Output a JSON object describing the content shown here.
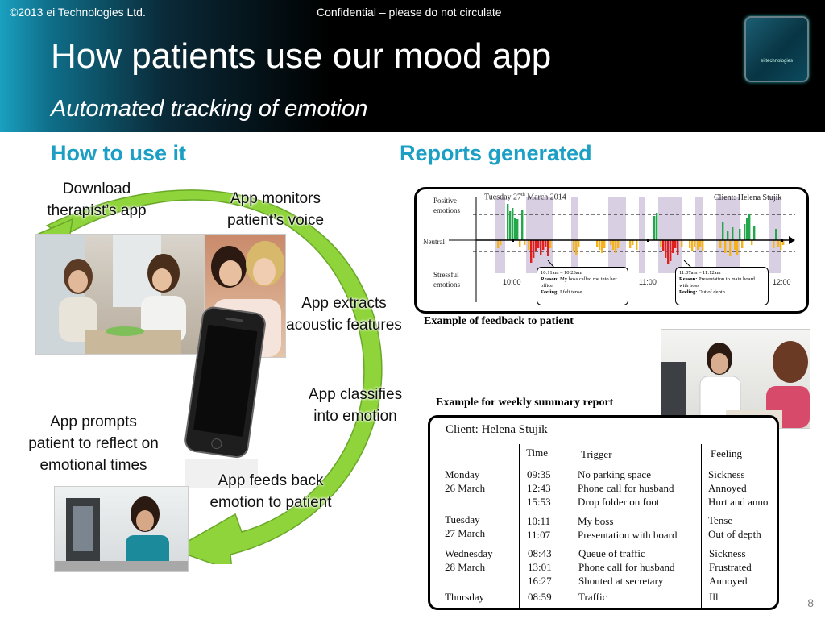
{
  "header": {
    "copyright": "©2013 ei Technologies Ltd.",
    "confidential": "Confidential – please do not circulate",
    "title": "How patients use our mood app",
    "subtitle": "Automated tracking of emotion",
    "logo_text": "ei technologies"
  },
  "left": {
    "heading": "How to use it",
    "steps": {
      "download": "Download\ntherapist’s app",
      "monitor": "App monitors\npatient’s voice",
      "extract": "App extracts\nacoustic features",
      "classify": "App classifies\ninto emotion",
      "feedback": "App feeds back\nemotion to patient",
      "prompt": "App prompts\npatient to reflect on\nemotional times"
    }
  },
  "right": {
    "heading": "Reports generated",
    "feedback_caption": "Example of feedback to patient",
    "weekly_caption": "Example for weekly summary report"
  },
  "feedback_chart": {
    "date": "Tuesday 27",
    "date_sup": "th",
    "date_rest": " March 2014",
    "client": "Client: Helena Stujik",
    "positive_label": "Positive\nemotions",
    "neutral_label": "Neutral",
    "stressful_label": "Stressful\nemotions",
    "time_labels": [
      "10:00",
      "11:00",
      "12:00"
    ],
    "callouts": [
      {
        "time": "10:11am – 10:23am",
        "reason_label": "Reason:",
        "reason": " My boss called me into her office",
        "feeling_label": "Feeling:",
        "feeling": " I felt tense"
      },
      {
        "time": "11:07am – 11:12am",
        "reason_label": "Reason:",
        "reason": " Presentation to main board with boss",
        "feeling_label": "Feeling:",
        "feeling": " Out of depth"
      }
    ],
    "colors": {
      "positive": "#22a84a",
      "neutral": "#f5b21a",
      "stressful": "#e0201e",
      "shade": "#d9cfe3"
    }
  },
  "weekly_report": {
    "client": "Client: Helena Stujik",
    "headers": {
      "time": "Time",
      "trigger": "Trigger",
      "feeling": "Feeling"
    },
    "rows": [
      {
        "day": "Monday\n26 March",
        "time": "09:35\n12:43\n15:53",
        "trigger": "No parking space\nPhone call for husband\nDrop folder on foot",
        "feeling": "Sickness\nAnnoyed\nHurt and anno"
      },
      {
        "day": "Tuesday\n27 March",
        "time": "10:11\n11:07",
        "trigger": "My boss\nPresentation with board",
        "feeling": "Tense\nOut of depth"
      },
      {
        "day": "Wednesday\n28 March",
        "time": "08:43\n13:01\n16:27",
        "trigger": "Queue of traffic\nPhone call for husband\nShouted at secretary",
        "feeling": "Sickness\nFrustrated\nAnnoyed"
      },
      {
        "day": "Thursday",
        "time": "08:59",
        "trigger": "Traffic",
        "feeling": "Ill"
      }
    ]
  },
  "page_number": "8"
}
